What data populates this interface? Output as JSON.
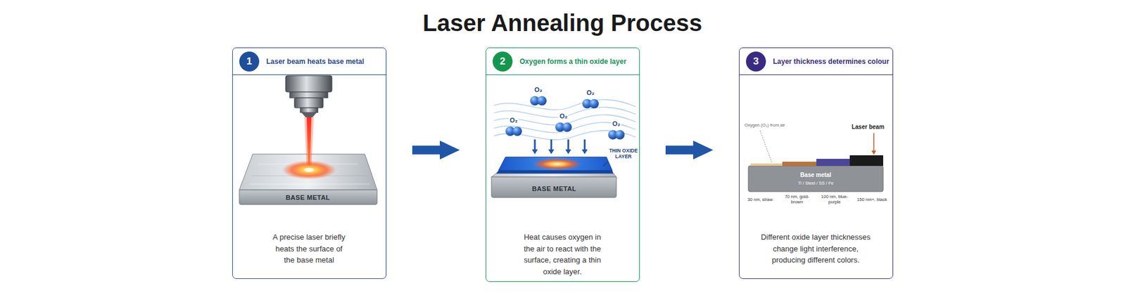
{
  "diagram": {
    "title": "Laser Annealing Process",
    "nodes": [
      {
        "text": [
          "Laser beam heats base metal",
          "A precise laser briefly heats the surface of the base metal"
        ]
      },
      {
        "text": [
          "1"
        ],
        "in": 0
      },
      {
        "text": [
          "Oxygen forms a thin oxide layer",
          "Heat causes oxygen in the air to react with the surface, creating a thin oxide layer."
        ]
      },
      {
        "text": [
          "2"
        ],
        "in": 2
      },
      {
        "text": [
          "Layer thickness determines colour",
          "Different oxide layer thicknesses change light interference, producing different colors."
        ]
      },
      {
        "text": [
          "3"
        ],
        "in": 4
      }
    ],
    "edges": [
      {
        "from": 0,
        "to": 2,
        "arrow": "to"
      },
      {
        "from": 2,
        "to": 4,
        "arrow": "to"
      }
    ],
    "labels": [
      "BASE METAL",
      "O₂",
      "O₂",
      "O₂",
      "O₂",
      "O₂",
      "THIN OXIDE LAYER",
      "BASE METAL",
      "Oxygen (O₂) from air",
      "Laser beam",
      "Base metal",
      "Ti / Steel / SS / Fe",
      "30 nm, straw",
      "70 nm, gold-brown",
      "100 nm, blue-purple",
      "150 nm+, black"
    ]
  }
}
